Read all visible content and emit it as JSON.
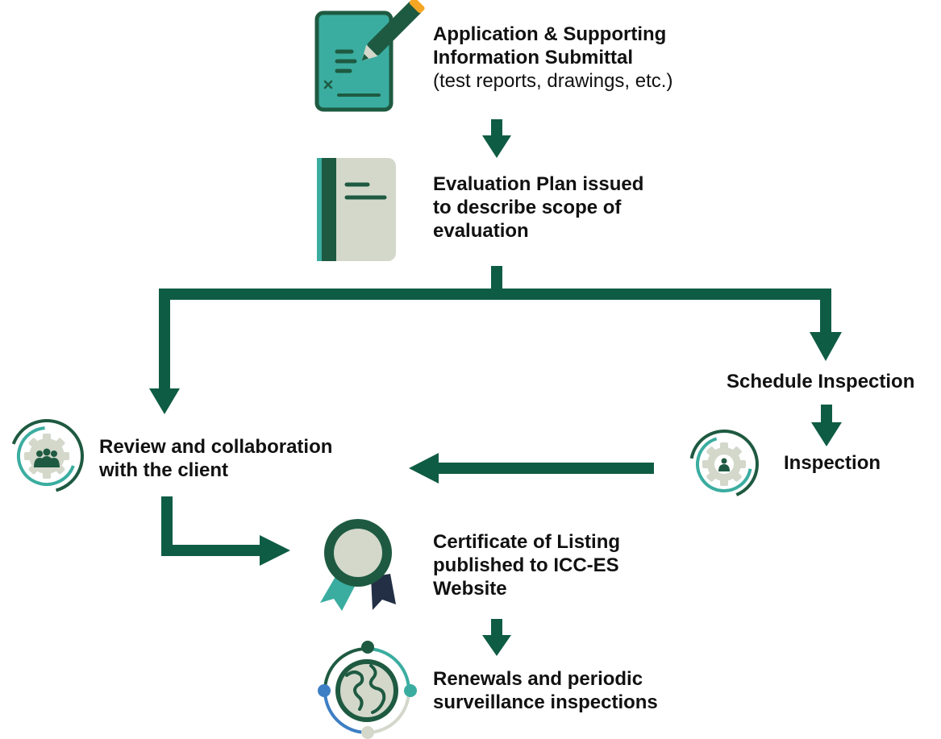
{
  "colors": {
    "connector": "#0f5c44",
    "teal": "#3aada0",
    "dark_green": "#1e5a41",
    "sage": "#d3d8cb",
    "navy": "#232f45",
    "orange": "#f5a623",
    "blue": "#3d7fc4",
    "text": "#111111"
  },
  "steps": {
    "application": {
      "title_line1": "Application & Supporting",
      "title_line2": "Information Submittal",
      "subtitle": "(test reports, drawings, etc.)",
      "icon": "document-with-pencil-icon"
    },
    "evaluation": {
      "line1": "Evaluation Plan issued",
      "line2": "to describe scope of",
      "line3": "evaluation",
      "icon": "folder-document-icon"
    },
    "schedule": {
      "label": "Schedule Inspection"
    },
    "inspection": {
      "label": "Inspection",
      "icon": "gear-person-icon"
    },
    "review": {
      "line1": "Review and collaboration",
      "line2": "with the client",
      "icon": "gear-team-icon"
    },
    "certificate": {
      "line1": "Certificate of Listing",
      "line2": "published to ICC-ES",
      "line3": "Website",
      "icon": "award-ribbon-icon"
    },
    "renewals": {
      "line1": "Renewals and periodic",
      "line2": "surveillance inspections",
      "icon": "globe-cycle-icon"
    }
  }
}
